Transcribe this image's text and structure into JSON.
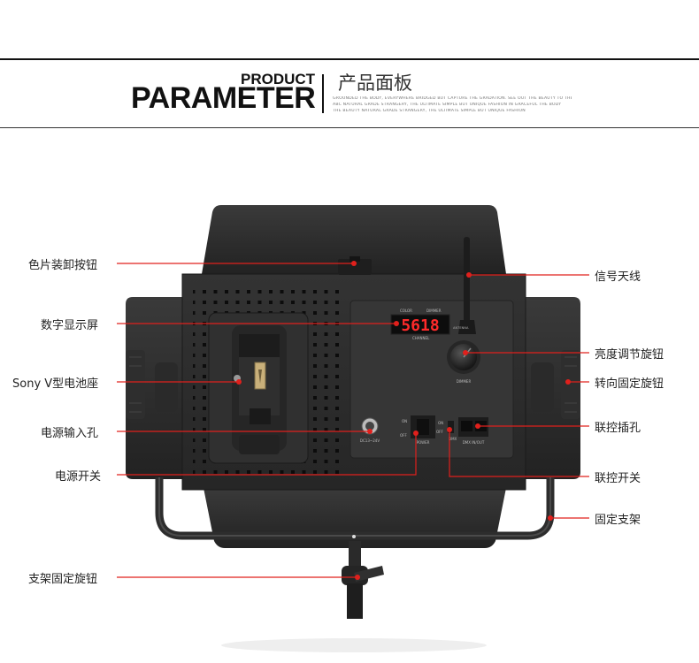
{
  "header": {
    "product": "PRODUCT",
    "parameter": "PARAMETER",
    "cn_title": "产品面板",
    "small_lines": [
      "GROUNDED THE BODY, EVERYWHERE BRIDGED BUT CAPTURE THE GRADATION. SEE OUT THE BEAUTY TO THE BEAUTY NATURAL",
      "ABC NATURAL GRADE STRANGERY, THE ULTIMATE SIMPLE BUT UNIQUE FASHION IN GRACEFUL THE BODY",
      "THE BEAUTY NATURAL GRADE STRANGERY, THE ULTIMATE SIMPLE BUT UNIQUE FASHION"
    ]
  },
  "labels_left": {
    "barndoor_release": "色片装卸按钮",
    "digital_display": "数字显示屏",
    "sony_battery": "Sony V型电池座",
    "power_input": "电源输入孔",
    "power_switch": "电源开关",
    "bracket_knob": "支架固定旋钮"
  },
  "labels_right": {
    "antenna": "信号天线",
    "dimmer_knob": "亮度调节旋钮",
    "tilt_knob": "转向固定旋钮",
    "link_port": "联控插孔",
    "link_switch": "联控开关",
    "bracket": "固定支架"
  },
  "panel": {
    "display_value": "5618",
    "color_label": "COLOR",
    "dimmer_label": "DIMMER",
    "channel_label": "CHANNEL",
    "dimmer_knob_label": "DIMMER",
    "dc_label": "DC13~24V",
    "on_label": "ON",
    "off_label": "OFF",
    "power_label": "POWER",
    "dmx_label": "DMX",
    "dmx_port_label": "DMX IN/OUT",
    "antenna_label": "ANTENNA"
  },
  "colors": {
    "accent_red": "#e0201c",
    "body_dark": "#2b2b2b",
    "panel": "#3a3a3a",
    "display_red": "#ff2a2a"
  }
}
